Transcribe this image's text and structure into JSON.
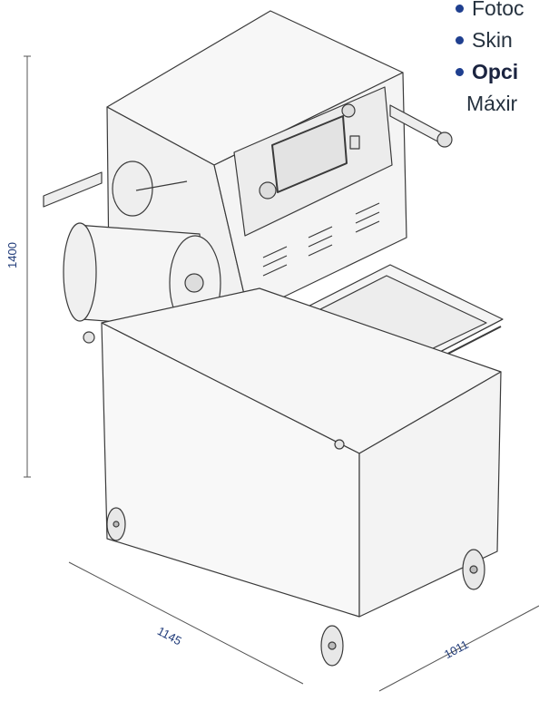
{
  "bullets": [
    {
      "text": "Fotoc",
      "bold": false
    },
    {
      "text": "Skin",
      "bold": false
    },
    {
      "text": "Opci",
      "bold": true
    }
  ],
  "continuation": "Máxir",
  "dimensions": {
    "height": "1400",
    "width": "1145",
    "depth": "1011"
  },
  "colors": {
    "dimension_text": "#213c7a",
    "bullet_dot": "#1f3f8f",
    "line": "#3a3a3a"
  }
}
